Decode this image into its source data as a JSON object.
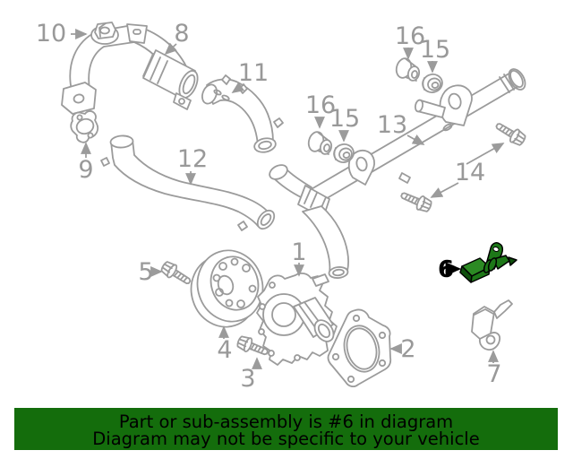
{
  "banner": {
    "line1": "Part or sub-assembly is #6 in diagram",
    "line2": "Diagram may not be specific to your vehicle",
    "background_color": "#146d0c",
    "text_color": "#000000"
  },
  "diagram": {
    "stroke_color": "#9b9b9b",
    "label_color": "#999999",
    "highlight_label_color": "#000000",
    "highlight_fill": "#1d7718",
    "highlight_fill_light": "#2c8a24",
    "highlight_fill_dark": "#0e4f0c",
    "labels": {
      "p1": "1",
      "p2": "2",
      "p3": "3",
      "p4": "4",
      "p5": "5",
      "p6": "6",
      "p7": "7",
      "p8": "8",
      "p9": "9",
      "p10": "10",
      "p11": "11",
      "p12": "12",
      "p13": "13",
      "p14": "14",
      "p15_top": "15",
      "p16_top": "16",
      "p15_left": "15",
      "p16_left": "16"
    }
  }
}
